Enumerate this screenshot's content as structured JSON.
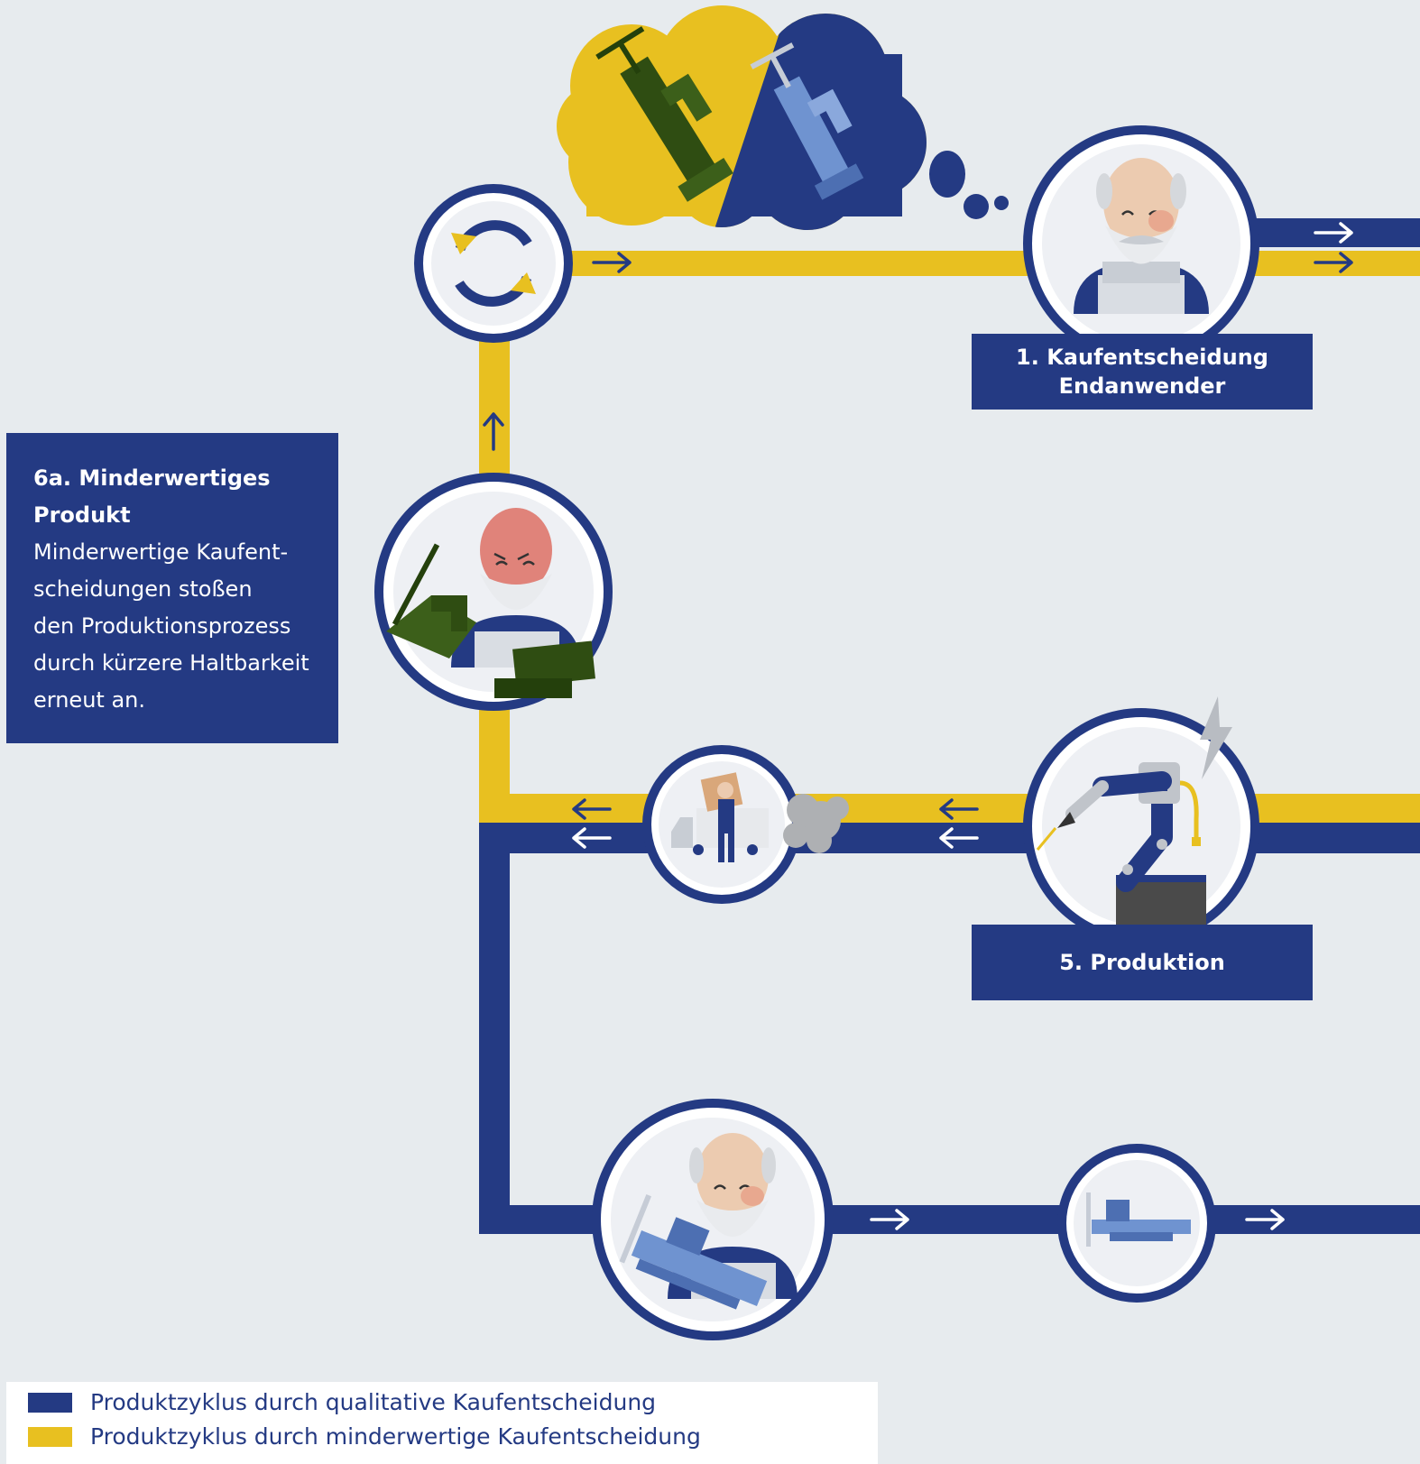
{
  "colors": {
    "blue": "#243a83",
    "yellow": "#e8c020",
    "background": "#e7ebee",
    "skin": "#eccbb0",
    "angry_face": "#e0837a",
    "bad_vise": "#2f4d12",
    "good_vise": "#6f93d0"
  },
  "nodes": {
    "step1_label_line1": "1. Kaufentscheidung",
    "step1_label_line2": "Endanwender",
    "step5_label": "5. Produktion"
  },
  "info_box": {
    "title_line1": "6a. Minderwertiges",
    "title_line2": "Produkt",
    "body": "Minderwertige Kaufent-\nscheidungen stoßen\nden Produktionsprozess\ndurch kürzere Haltbarkeit\nerneut an."
  },
  "legend": {
    "items": [
      {
        "label": "Produktzyklus durch qualitative Kaufentscheidung",
        "color": "#243a83"
      },
      {
        "label": "Produktzyklus durch minderwertige Kaufentscheidung",
        "color": "#e8c020"
      }
    ]
  },
  "icons": [
    "thought-cloud-icon",
    "recycle-icon",
    "user-happy-icon",
    "user-angry-icon",
    "robot-arm-icon",
    "delivery-worker-icon",
    "vise-icon",
    "arrow-icon"
  ]
}
